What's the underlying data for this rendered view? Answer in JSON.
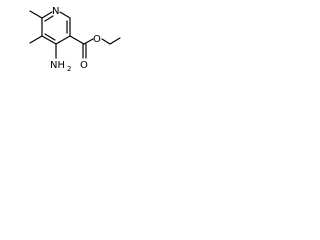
{
  "molecule": {
    "atoms": {
      "ring_nitrogen": "N",
      "amino_group": "NH",
      "amino_subscript": "2",
      "carbonyl_oxygen": "O",
      "ester_oxygen": "O"
    }
  }
}
